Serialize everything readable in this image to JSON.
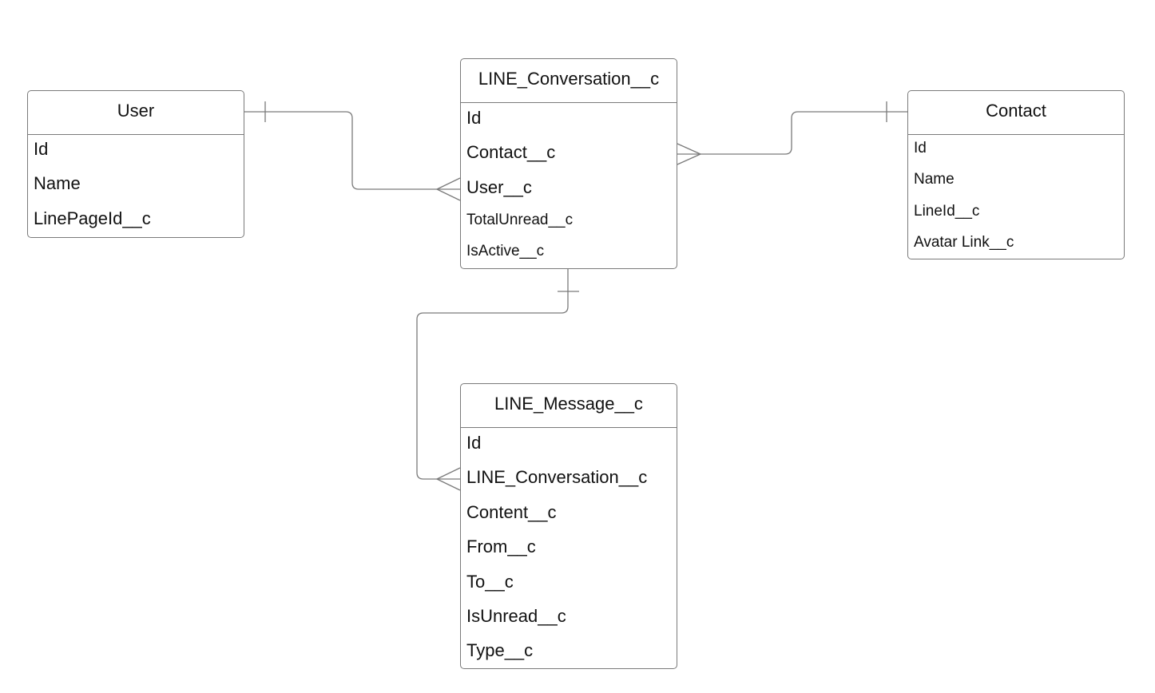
{
  "entities": {
    "user": {
      "title": "User",
      "fields": [
        "Id",
        "Name",
        "LinePageId__c"
      ]
    },
    "conversation": {
      "title": "LINE_Conversation__c",
      "fields": [
        "Id",
        "Contact__c",
        "User__c",
        "TotalUnread__c",
        "IsActive__c"
      ]
    },
    "contact": {
      "title": "Contact",
      "fields": [
        "Id",
        "Name",
        "LineId__c",
        "Avatar Link__c"
      ]
    },
    "message": {
      "title": "LINE_Message__c",
      "fields": [
        "Id",
        "LINE_Conversation__c",
        "Content__c",
        "From__c",
        "To__c",
        "IsUnread__c",
        "Type__c"
      ]
    }
  },
  "relationships": [
    {
      "from": "user",
      "to": "conversation.User__c",
      "from_cardinality": "one",
      "to_cardinality": "many"
    },
    {
      "from": "contact",
      "to": "conversation.Contact__c",
      "from_cardinality": "one",
      "to_cardinality": "many"
    },
    {
      "from": "conversation",
      "to": "message.LINE_Conversation__c",
      "from_cardinality": "one",
      "to_cardinality": "many"
    }
  ],
  "colors": {
    "line": "#7a7a7a",
    "text": "#111111",
    "background": "#ffffff"
  }
}
